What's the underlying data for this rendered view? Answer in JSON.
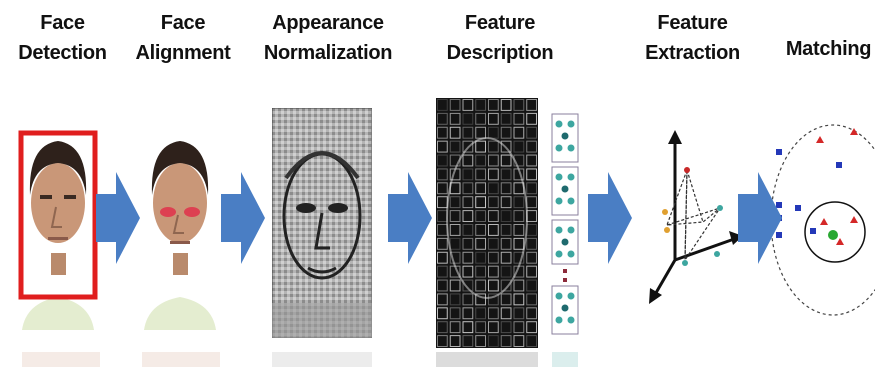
{
  "stages": [
    {
      "title": "Face\nDetection"
    },
    {
      "title": "Face\nAlignment"
    },
    {
      "title": "Appearance\nNormalization"
    },
    {
      "title": "Feature\nDescription"
    },
    {
      "title": "Feature\nExtraction"
    },
    {
      "title": "Matching"
    }
  ],
  "colors": {
    "arrow": "#4a7ec4",
    "detection_box": "#e01e1e",
    "skin": "#c99778",
    "hair": "#2e211b",
    "shirt": "#e4edd0",
    "eye_highlight": "#e0304a"
  }
}
